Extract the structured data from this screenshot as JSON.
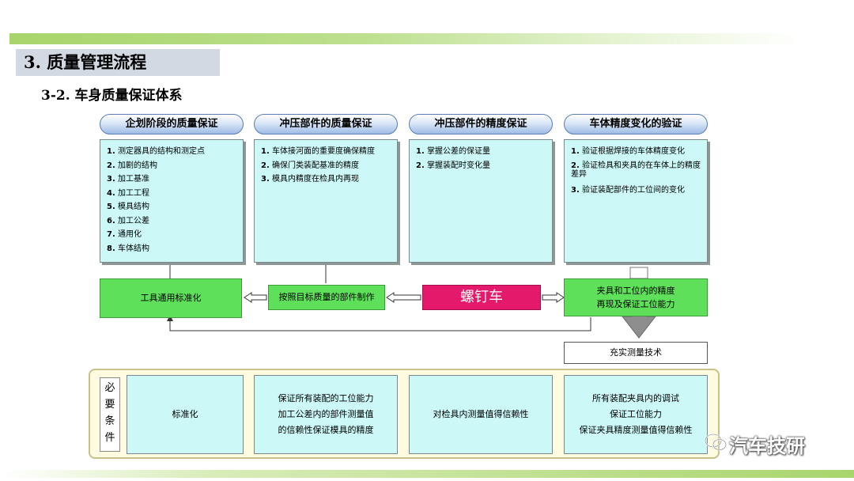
{
  "title": "3. 质量管理流程",
  "subtitle": "3-2. 车身质量保证体系",
  "columns": [
    {
      "header": "企划阶段的质量保证",
      "items": [
        "测定器具的结构和测定点",
        "加剧的结构",
        "加工基准",
        "加工工程",
        "模具结构",
        "加工公差",
        "通用化",
        "车体结构"
      ]
    },
    {
      "header": "冲压部件的质量保证",
      "items": [
        "车体接河面的重要度确保精度",
        "确保门类装配基准的精度",
        "模具内精度在检具内再现"
      ]
    },
    {
      "header": "冲压部件的精度保证",
      "items": [
        "掌握公差的保证量",
        "掌握装配时变化量"
      ]
    },
    {
      "header": "车体精度变化的验证",
      "items": [
        "验证根据焊接的车体精度变化",
        "验证检具和夹具的在车体上的精度差异",
        "验证装配部件的工位间的变化"
      ]
    }
  ],
  "flow": {
    "box1": "工具通用标准化",
    "box2": "按照目标质量的部件制作",
    "center": "螺钉车",
    "box4_line1": "夹具和工位内的精度",
    "box4_line2": "再现及保证工位能力",
    "box5": "充实测量技术"
  },
  "requirements": {
    "label": [
      "必",
      "要",
      "条",
      "件"
    ],
    "cells": [
      [
        "标准化"
      ],
      [
        "保证所有装配的工位能力",
        "加工公差内的部件测量值",
        "的信赖性保证模具的精度"
      ],
      [
        "对检具内测量值得信赖性"
      ],
      [
        "所有装配夹具内的调试",
        "保证工位能力",
        "保证夹具精度测量值得信赖性"
      ]
    ]
  },
  "watermark": "汽车技研",
  "colors": {
    "cyan": "#ccf8f8",
    "green": "#5fe05a",
    "magenta": "#e4196b",
    "panel": "#fffbe0"
  }
}
